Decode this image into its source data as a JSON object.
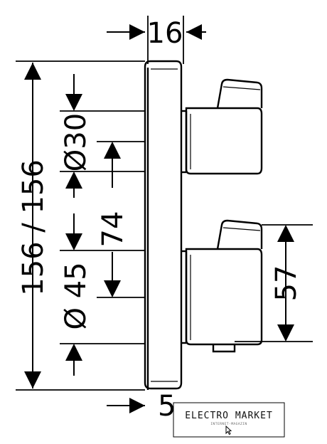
{
  "drawing": {
    "dimensions": {
      "top_depth": "16",
      "bottom_depth": "5",
      "total_height": "156 / 156",
      "upper_diameter": "Ø30",
      "spacing": "74",
      "lower_diameter": "Ø 45",
      "handle_height": "57"
    }
  },
  "watermark": {
    "brand": "ELECTRO MARKET",
    "tagline": "INTERNET-MAGAZIN"
  }
}
